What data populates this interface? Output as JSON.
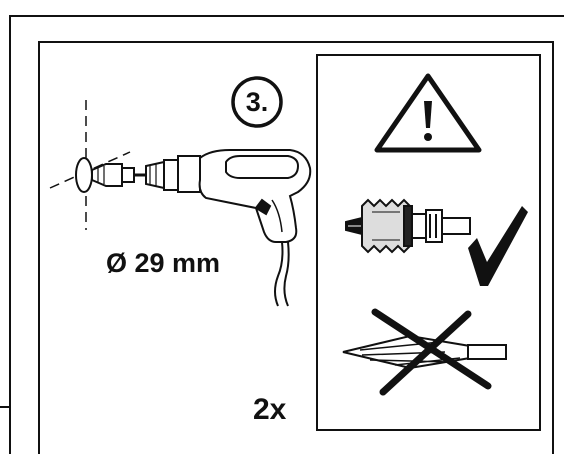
{
  "instruction": {
    "step_number": "3.",
    "diameter_label": "Ø 29 mm",
    "quantity_label": "2x"
  },
  "icons": {
    "warning": "warning-triangle-icon",
    "correct_tool": "hole-saw-icon",
    "correct_mark": "checkmark-icon",
    "wrong_tool": "twist-drill-bit-icon",
    "wrong_mark": "cross-out-icon",
    "power_drill": "power-drill-icon"
  },
  "colors": {
    "ink": "#111111",
    "background": "#ffffff"
  }
}
